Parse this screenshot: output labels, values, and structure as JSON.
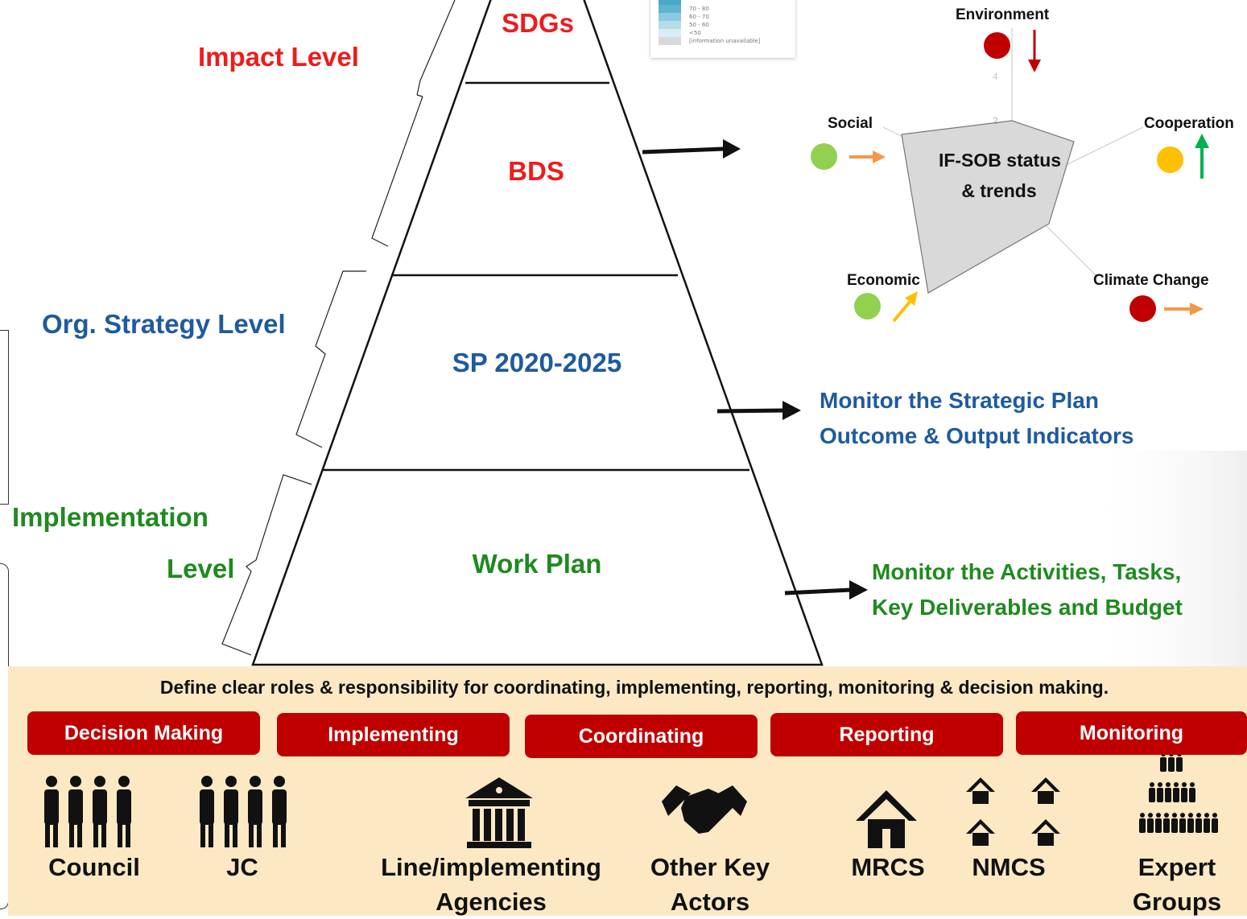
{
  "legend": {
    "rows": [
      {
        "color": "#4aa8c8",
        "label": ""
      },
      {
        "color": "#5fb4d0",
        "label": "70 - 80"
      },
      {
        "color": "#8ccadd",
        "label": "60 - 70"
      },
      {
        "color": "#b4dce9",
        "label": "50 - 60"
      },
      {
        "color": "#d8edf4",
        "label": "<50"
      },
      {
        "color": "#d9d9d9",
        "label": "[information unavailable]"
      }
    ]
  },
  "levels": {
    "impact": "Impact Level",
    "org_strategy": "Org. Strategy Level",
    "implementation_line1": "Implementation",
    "implementation_line2": "Level"
  },
  "pyramid": {
    "tier1": "SDGs",
    "tier2": "BDS",
    "tier3": "SP 2020-2025",
    "tier4": "Work Plan"
  },
  "radar": {
    "center_line1": "IF-SOB status",
    "center_line2": "& trends",
    "tick_4": "4",
    "tick_2": "2",
    "axes": {
      "environment": "Environment",
      "cooperation": "Cooperation",
      "climate_change": "Climate Change",
      "economic": "Economic",
      "social": "Social"
    },
    "status": {
      "environment": {
        "dot": "#c00000",
        "arrow": "#c00000",
        "trend": "down"
      },
      "cooperation": {
        "dot": "#ffc000",
        "arrow": "#00b050",
        "trend": "up"
      },
      "climate_change": {
        "dot": "#c00000",
        "arrow": "#f79646",
        "trend": "right"
      },
      "economic": {
        "dot": "#92d050",
        "arrow": "#ffc000",
        "trend": "diagonal-up"
      },
      "social": {
        "dot": "#92d050",
        "arrow": "#f79646",
        "trend": "right"
      }
    }
  },
  "monitor": {
    "strategic_line1": "Monitor the Strategic Plan",
    "strategic_line2": "Outcome & Output Indicators",
    "activities_line1": "Monitor the Activities, Tasks,",
    "activities_line2": "Key Deliverables and Budget"
  },
  "roles": {
    "headline": "Define clear roles & responsibility for coordinating, implementing, reporting, monitoring & decision making.",
    "buttons": [
      "Decision Making",
      "Implementing",
      "Coordinating",
      "Reporting",
      "Monitoring"
    ]
  },
  "actors": {
    "council": "Council",
    "jc": "JC",
    "line_line1": "Line/implementing",
    "line_line2": "Agencies",
    "other_line1": "Other Key",
    "other_line2": "Actors",
    "mrcs": "MRCS",
    "nmcs": "NMCS",
    "expert_line1": "Expert",
    "expert_line2": "Groups"
  },
  "colors": {
    "impact": "#ee1c1c",
    "strategy": "#1f5a9e",
    "implementation": "#1f8a1f",
    "role_button": "#c00000",
    "panel": "#fce9c4"
  }
}
